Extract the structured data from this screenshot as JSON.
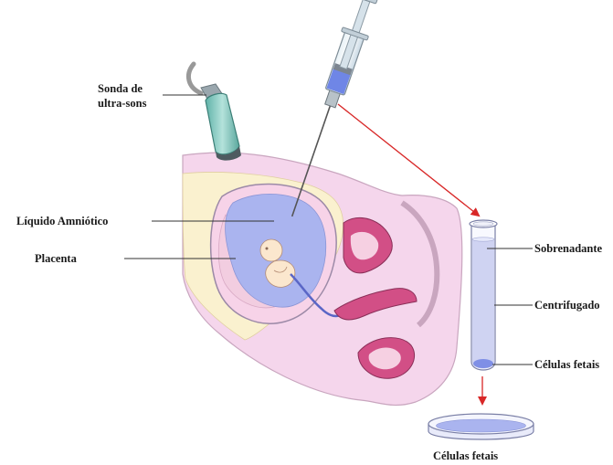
{
  "labels": {
    "probe_line1": "Sonda de",
    "probe_line2": "ultra-sons",
    "amniotic_fluid": "Líquido Amniótico",
    "placenta": "Placenta",
    "supernatant": "Sobrenadante",
    "centrifuged": "Centrifugado",
    "fetal_cells_tube": "Células fetais",
    "fetal_cells_dish": "Células fetais"
  },
  "colors": {
    "skin": "#f5d6ec",
    "skin_outline": "#c9a6bf",
    "fat_layer": "#faf1cf",
    "amniotic_fluid": "#aab4ef",
    "placenta": "#f2cde0",
    "fetus": "#fbe7ce",
    "organs": "#d24f86",
    "probe_body": "#86c8bf",
    "syringe_fluid": "#6f86e6",
    "arrow": "#d82727",
    "tube_fluid": "#cfd3f2",
    "pellet": "#7f8fe6"
  },
  "icons": [
    "ultrasound-probe-icon",
    "syringe-icon",
    "test-tube-icon",
    "petri-dish-icon"
  ]
}
